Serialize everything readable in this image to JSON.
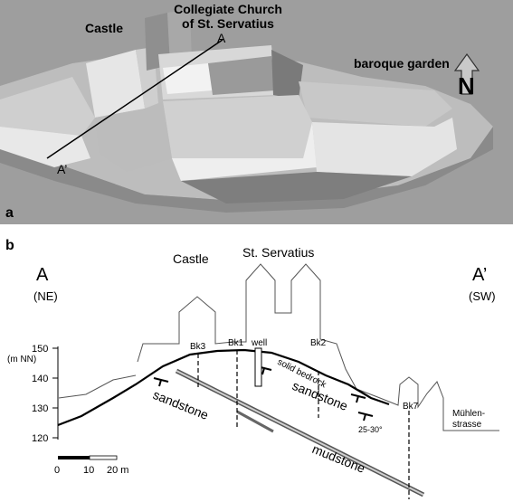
{
  "panel_a": {
    "panel_label": "a",
    "labels": {
      "castle": "Castle",
      "church_line1": "Collegiate Church",
      "church_line2": "of St. Servatius",
      "garden": "baroque garden",
      "section_start": "A",
      "section_end": "A’",
      "north": "N"
    }
  },
  "panel_b": {
    "panel_label": "b",
    "left_end": {
      "name": "A",
      "orientation": "(NE)"
    },
    "right_end": {
      "name": "A’",
      "orientation": "(SW)"
    },
    "building_labels": {
      "castle": "Castle",
      "church": "St. Servatius",
      "street_line1": "Mühlen-",
      "street_line2": "strasse"
    },
    "axis": {
      "unit": "(m NN)",
      "ticks": [
        "150",
        "140",
        "130",
        "120"
      ]
    },
    "boreholes": [
      "Bk3",
      "Bk1",
      "well",
      "Bk2",
      "Bk7"
    ],
    "rock_labels": {
      "bedrock": "solid bedrock",
      "sandstone_left": "sandstone",
      "sandstone_right": "sandstone",
      "mudstone": "mudstone",
      "dip": "25-30°"
    },
    "scale_bar": {
      "ticks": [
        "0",
        "10",
        "20 m"
      ]
    }
  }
}
